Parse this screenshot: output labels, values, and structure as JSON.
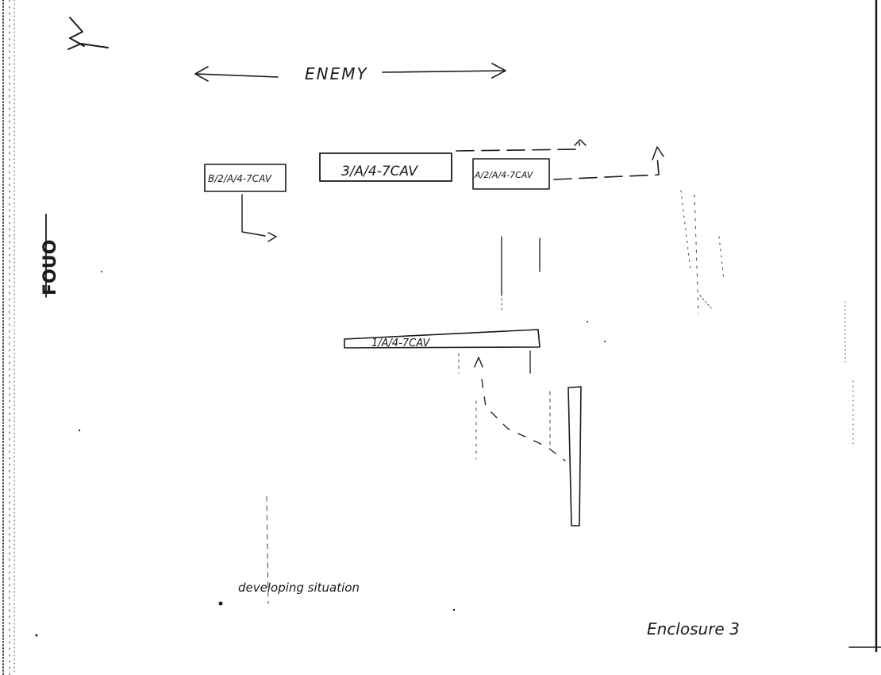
{
  "north_marker": "N",
  "orientation": {
    "label": "ENEMY"
  },
  "units": [
    {
      "id": "b-troop",
      "label": "B/2/A/4-7CAV"
    },
    {
      "id": "third-platoon",
      "label": "3/A/4-7CAV"
    },
    {
      "id": "a-troop",
      "label": "A/2/A/4-7CAV"
    },
    {
      "id": "first-platoon",
      "label": "1/A/4-7CAV"
    }
  ],
  "margin_marking": "FOUO",
  "annotation": "developing situation",
  "enclosure": "Enclosure 3",
  "colors": {
    "ink": "#1a1a1a",
    "paper": "#ffffff",
    "edge_noise": "#555555"
  }
}
